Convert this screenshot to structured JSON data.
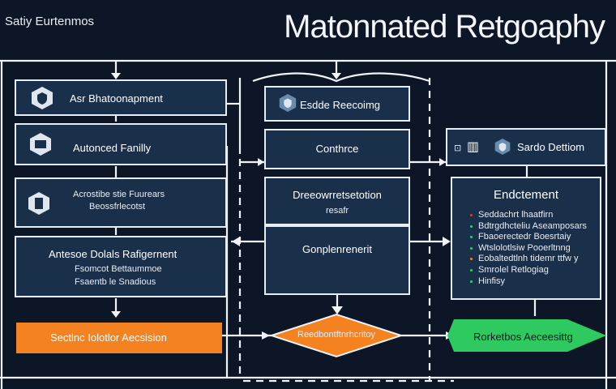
{
  "header": {
    "title": "Matonnated Retgoaphy",
    "subtitle": "Satiy Eurtenmos"
  },
  "left_column": {
    "box1": {
      "label": "Asr Bhatoonapment",
      "icon": "shield-icon"
    },
    "box2": {
      "label": "Autonced Fanilly",
      "icon": "folder-icon"
    },
    "box3": {
      "line1": "Acrostibe stie Fuurears",
      "line2": "Beossfrlecotst",
      "icon": "document-icon"
    },
    "box4": {
      "title": "Antesoe Dolals Rafigernent",
      "line1": "Fsomcot Bettaummoe",
      "line2": "Fsaentb le Snadious"
    },
    "flag": {
      "label": "Sectlnc Iolotlor Aecsision",
      "color": "#f58220"
    }
  },
  "center_column": {
    "box1": {
      "label": "Esdde Reecoimg",
      "icon": "shield-icon"
    },
    "box2": {
      "label": "Conthrce"
    },
    "box3": {
      "line1": "Dreeowrretsetotion",
      "line2": "resafr"
    },
    "box4": {
      "label": "Gonplenrenerit"
    },
    "diamond": {
      "label": "Reedbontftnrhcritoy",
      "color": "#f58220"
    }
  },
  "right_column": {
    "box1": {
      "label": "Sardo Dettiom",
      "icons": [
        "bag-icon",
        "tablet-icon",
        "shield-icon"
      ]
    },
    "box2": {
      "title": "Endctement",
      "items": [
        {
          "text": "Seddachrt lhaatfirn",
          "color": "#e23b3b"
        },
        {
          "text": "Bdtrgdhcteliu Aseamposars",
          "color": "#2fd36b"
        },
        {
          "text": "Fbaoerectedr Boesrtaiy",
          "color": "#2fd36b"
        },
        {
          "text": "Wtslolotlsiw Pooerltnng",
          "color": "#2fd36b"
        },
        {
          "text": "Eobaltedtlnh tidemr ttfw y",
          "color": "#f58220"
        },
        {
          "text": "Smrolel Retlogiag",
          "color": "#2fd36b"
        },
        {
          "text": "Hinfisy",
          "color": "#2fd36b"
        }
      ]
    },
    "flag": {
      "label": "Rorketbos Aeceesittg",
      "color": "#2fca5f"
    }
  }
}
